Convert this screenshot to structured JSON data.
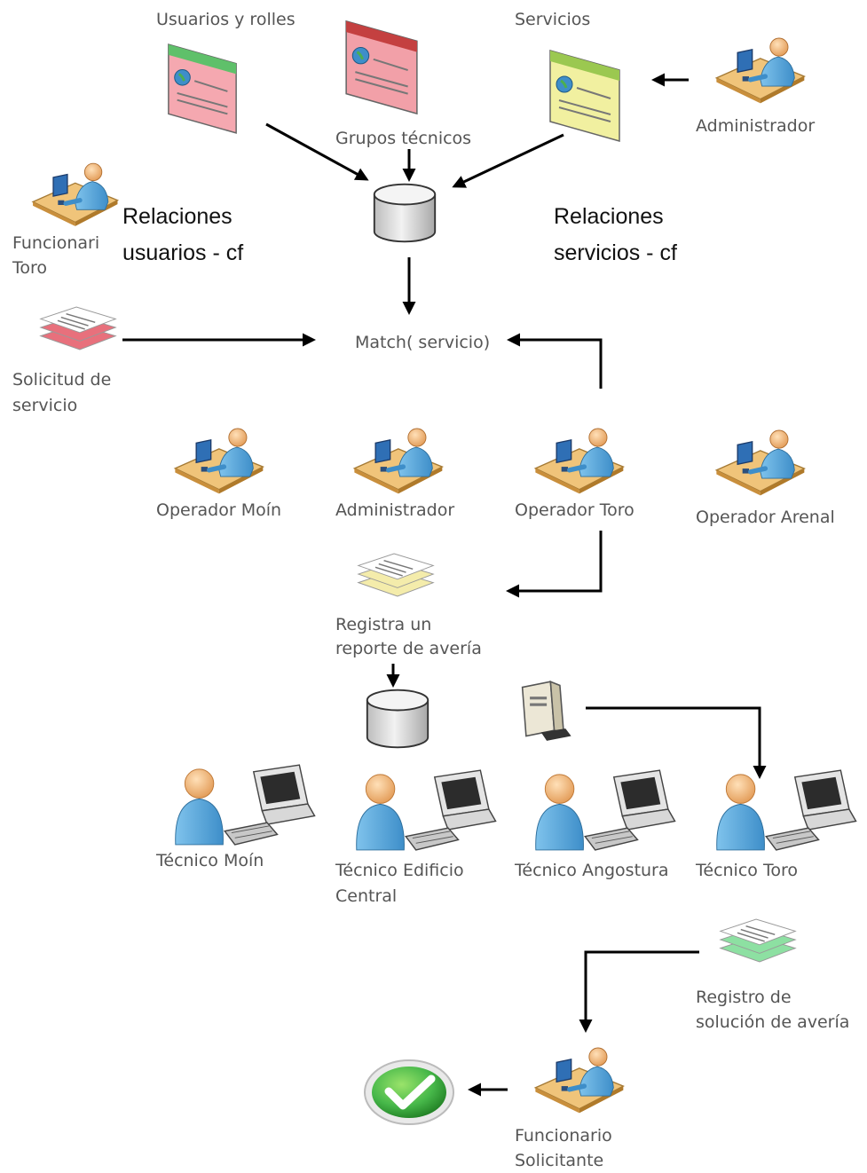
{
  "labels": {
    "users_roles": "Usuarios y rolles",
    "tech_groups": "Grupos técnicos",
    "services": "Servicios",
    "admin_top": "Administrador",
    "func_toro_1": "Funcionari",
    "func_toro_2": "Toro",
    "rel_users_1": "Relaciones",
    "rel_users_2": "usuarios - cf",
    "rel_services_1": "Relaciones",
    "rel_services_2": "servicios - cf",
    "match": "Match( servicio)",
    "solicitud_1": "Solicitud de",
    "solicitud_2": "servicio",
    "op_moin": "Operador Moín",
    "admin_mid": "Administrador",
    "op_toro": "Operador Toro",
    "op_arenal": "Operador Arenal",
    "registra_1": "Registra un",
    "registra_2": "reporte de avería",
    "tec_moin": "Técnico Moín",
    "tec_edificio_1": "Técnico Edificio",
    "tec_edificio_2": "Central",
    "tec_angostura": "Técnico Angostura",
    "tec_toro": "Técnico Toro",
    "registro_sol_1": "Registro de",
    "registro_sol_2": "solución de avería",
    "func_sol_1": "Funcionario",
    "func_sol_2": "Solicitante"
  },
  "icons": {
    "users_roles": "web-page-icon",
    "tech_groups": "web-page-icon",
    "services": "web-page-icon",
    "database": "database-icon",
    "workstation_user": "user-at-desk-icon",
    "document_stack": "document-stack-icon",
    "server": "server-icon",
    "technician": "user-with-computer-icon",
    "approved": "checkmark-icon"
  },
  "colors": {
    "page_red": "#f2a0a8",
    "page_yellow": "#f1f0a0",
    "docs_red": "#e8707c",
    "docs_yellow": "#f4ecab",
    "docs_green": "#8de0a2",
    "check_green": "#47b84a",
    "arrow": "#000000"
  }
}
